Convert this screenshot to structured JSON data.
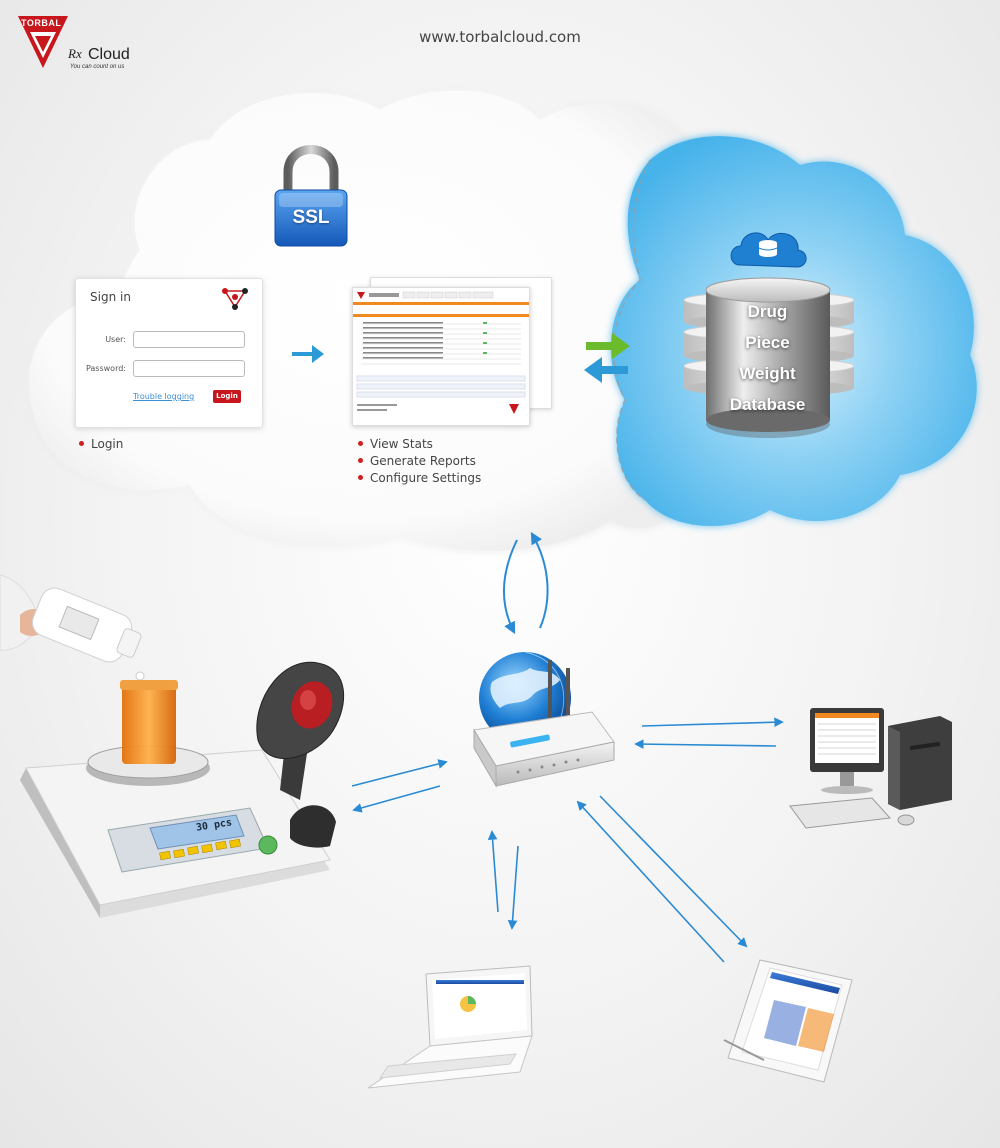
{
  "logo": {
    "brand": "TORBAL",
    "rx": "Rx",
    "product": "Cloud",
    "tagline": "You can count on us"
  },
  "site_url": "www.torbalcloud.com",
  "ssl_label": "SSL",
  "signin": {
    "title": "Sign in",
    "user_label": "User:",
    "password_label": "Password:",
    "user_value": "",
    "password_value": "",
    "trouble_link": "Trouble logging",
    "login_button": "Login"
  },
  "login_bullets": [
    "Login"
  ],
  "dashboard_bullets": [
    "View Stats",
    "Generate Reports",
    "Configure Settings"
  ],
  "database": {
    "lines": [
      "Drug",
      "Piece",
      "Weight",
      "Database"
    ]
  },
  "scale_display": "30 pcs",
  "colors": {
    "brand_red": "#c8161d",
    "cloud_blue": "#49b4ea",
    "arrow_blue": "#2c8fd6",
    "arrow_green": "#6bbb2c",
    "link_blue": "#3a8fd6"
  },
  "icons": [
    "padlock-icon",
    "globe-icon",
    "router-icon",
    "scale-icon",
    "barcode-scanner-icon",
    "desktop-computer-icon",
    "laptop-icon",
    "tablet-icon",
    "database-icon",
    "cloud-icon"
  ]
}
